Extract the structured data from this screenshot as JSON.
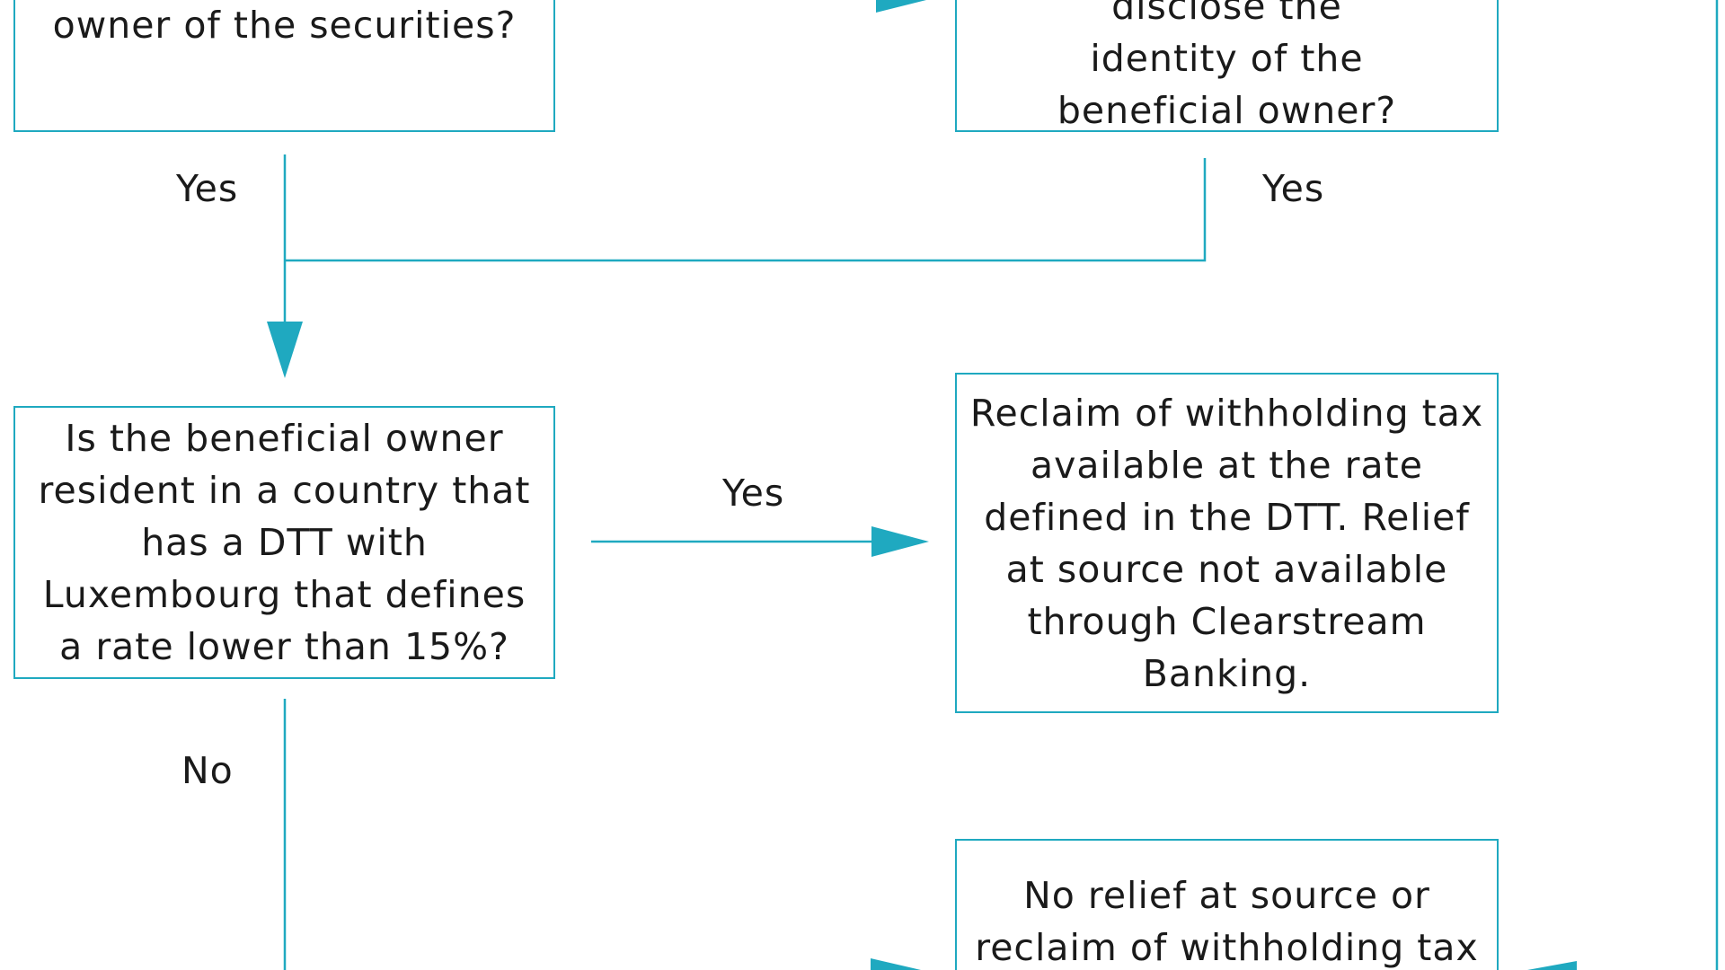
{
  "diagram": {
    "accent_color": "#1fa9c0",
    "text_color": "#1a1a1a",
    "boxes": {
      "top_left": {
        "text": "owner of the securities?"
      },
      "top_right": {
        "text": "disclose the identity of the beneficial owner?"
      },
      "dtt_question": {
        "text": "Is the beneficial owner resident in a country that has a DTT with Luxembourg that defines a rate lower than 15%?"
      },
      "reclaim_result": {
        "text": "Reclaim of withholding tax available at the rate defined in the DTT. Relief at source not available through Clearstream Banking."
      },
      "no_relief_result": {
        "text": "No relief at source or reclaim of withholding tax"
      }
    },
    "edge_labels": {
      "top_left_yes": "Yes",
      "top_right_yes": "Yes",
      "dtt_yes": "Yes",
      "dtt_no": "No"
    }
  }
}
